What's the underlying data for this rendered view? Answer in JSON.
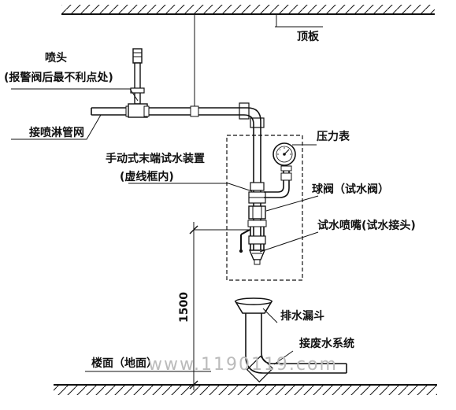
{
  "labels": {
    "ceiling": "顶板",
    "sprinkler_head": "喷头",
    "sprinkler_note": "(报警阀后最不利点处)",
    "sprinkler_network": "接喷淋管网",
    "test_device": "手动式末端试水装置",
    "test_device_note": "(虚线框内)",
    "pressure_gauge": "压力表",
    "ball_valve": "球阀（试水阀）",
    "test_nozzle": "试水喷嘴(试水接头)",
    "drain_funnel": "排水漏斗",
    "waste_system": "接废水系统",
    "floor": "楼面（地面）",
    "height_dimension": "1500"
  },
  "watermark": "www.1190119.com"
}
